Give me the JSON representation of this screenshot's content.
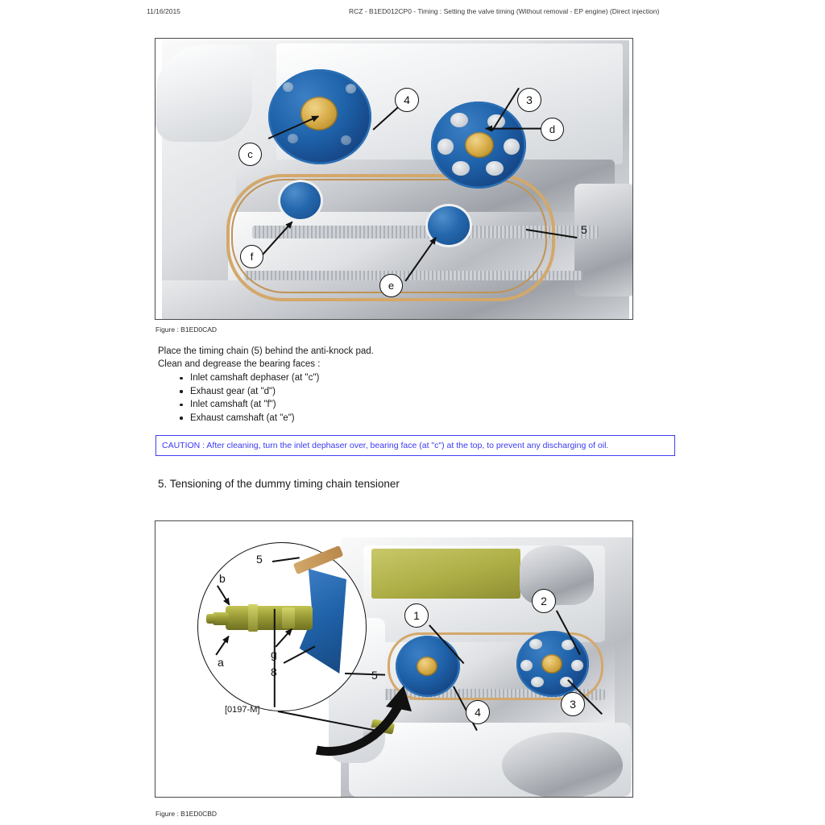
{
  "header": {
    "date": "11/16/2015",
    "title": "RCZ - B1ED012CP0 - Timing : Setting the valve timing (Without removal - EP engine) (Direct injection)"
  },
  "figure1": {
    "caption": "Figure : B1ED0CAD",
    "alt": "Cylinder head with inlet camshaft dephaser, exhaust gear, camshaft pulleys and timing chain",
    "callouts": [
      {
        "id": "c4",
        "label": "4",
        "kind": "number",
        "target": "inlet-camshaft-dephaser"
      },
      {
        "id": "c3",
        "label": "3",
        "kind": "number",
        "target": "exhaust-gear"
      },
      {
        "id": "cc",
        "label": "c",
        "kind": "letter",
        "target": "inlet-camshaft-dephaser-bearing-face"
      },
      {
        "id": "cd",
        "label": "d",
        "kind": "letter",
        "target": "exhaust-gear-bearing-face"
      },
      {
        "id": "cf",
        "label": "f",
        "kind": "letter",
        "target": "inlet-camshaft-bearing-face"
      },
      {
        "id": "ce",
        "label": "e",
        "kind": "letter",
        "target": "exhaust-camshaft-bearing-face"
      },
      {
        "id": "c5",
        "label": "5",
        "kind": "number-plain",
        "target": "timing-chain"
      }
    ]
  },
  "instructions": {
    "line1": "Place the timing chain (5) behind the anti-knock pad.",
    "line2": "Clean and degrease the bearing faces :",
    "bullets": [
      "Inlet camshaft dephaser  (at \"c\")",
      "Exhaust gear (at \"d\")",
      "Inlet camshaft  (at \"f\")",
      "Exhaust camshaft (at \"e\")"
    ]
  },
  "caution": {
    "text": "CAUTION : After cleaning, turn the inlet dephaser over, bearing face (at \"c\") at the top, to prevent any discharging of oil.",
    "border_color": "#4040f0",
    "text_color": "#3a3af0"
  },
  "section": {
    "heading": "5. Tensioning of the dummy timing chain tensioner"
  },
  "figure2": {
    "caption": "Figure : B1ED0CBD",
    "alt": "Engine timing end with dummy timing chain tensioner tool fitted, detail inset",
    "tool_tag": "[0197-M]",
    "callouts": [
      {
        "id": "d5",
        "label": "5",
        "kind": "number-plain",
        "target": "timing-chain-inset"
      },
      {
        "id": "db",
        "label": "b",
        "kind": "letter-plain",
        "target": "tool-end-b"
      },
      {
        "id": "da",
        "label": "a",
        "kind": "letter-plain",
        "target": "tool-end-a"
      },
      {
        "id": "dg",
        "label": "g",
        "kind": "letter-plain",
        "target": "tool-shoulder-g"
      },
      {
        "id": "d8",
        "label": "8",
        "kind": "number-plain",
        "target": "tensioner-shoe"
      },
      {
        "id": "e1",
        "label": "1",
        "kind": "number",
        "target": "inlet-camshaft-dephaser"
      },
      {
        "id": "e2",
        "label": "2",
        "kind": "number",
        "target": "exhaust-gear"
      },
      {
        "id": "e3",
        "label": "3",
        "kind": "number",
        "target": "exhaust-gear-lower"
      },
      {
        "id": "e4",
        "label": "4",
        "kind": "number",
        "target": "dephaser-lower"
      },
      {
        "id": "e5",
        "label": "5",
        "kind": "number",
        "target": "timing-chain"
      }
    ]
  },
  "colors": {
    "gear_blue": "#1f63ab",
    "hub_gold": "#d9ae4b",
    "chain_tan": "#d3a86a",
    "tool_olive": "#9a9b36",
    "cover_olive": "#aeae46",
    "metal_grey": "#c2c5ca",
    "caution_blue": "#3a3af0"
  }
}
